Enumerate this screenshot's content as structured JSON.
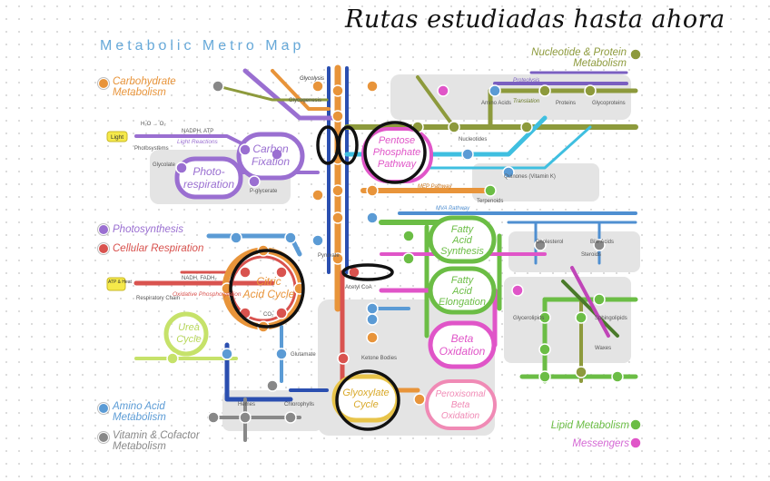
{
  "annotation": {
    "heading": "Rutas estudiadas hasta ahora"
  },
  "map": {
    "title": "Metabolic Metro Map"
  },
  "legend": {
    "carbohydrate": {
      "line1": "Carbohydrate",
      "line2": "Metabolism",
      "color": "#e8943a"
    },
    "photosynthesis": {
      "label": "Photosynthesis",
      "color": "#9a6fd1"
    },
    "cellular_respiration": {
      "label": "Cellular Respiration",
      "color": "#d9534f"
    },
    "amino_acid": {
      "line1": "Amino Acid",
      "line2": "Metabolism",
      "color": "#5b9bd5"
    },
    "vitamin": {
      "line1": "Vitamin & Cofactor",
      "line2": "Metabolism",
      "color": "#888888"
    },
    "nucleotide": {
      "line1": "Nucleotide & Protein",
      "line2": "Metabolism",
      "color": "#8d9a3c"
    },
    "lipid": {
      "label": "Lipid Metabolism",
      "color": "#6bbd45"
    },
    "messengers": {
      "label": "Messengers",
      "color": "#d468d4"
    }
  },
  "hubs": {
    "carbon_fixation": {
      "line1": "Carbon",
      "line2": "Fixation"
    },
    "photorespiration": {
      "line1": "Photo-",
      "line2": "respiration"
    },
    "pentose_phosphate": {
      "line1": "Pentose",
      "line2": "Phosphate",
      "line3": "Pathway"
    },
    "citric_acid": {
      "line1": "Citric",
      "line2": "Acid Cycle"
    },
    "urea": {
      "line1": "Urea",
      "line2": "Cycle"
    },
    "fatty_acid_synthesis": {
      "line1": "Fatty",
      "line2": "Acid",
      "line3": "Synthesis"
    },
    "fatty_acid_elongation": {
      "line1": "Fatty",
      "line2": "Acid",
      "line3": "Elongation"
    },
    "beta_oxidation": {
      "line1": "Beta",
      "line2": "Oxidation"
    },
    "peroxisomal_beta_oxidation": {
      "line1": "Peroxisomal",
      "line2": "Beta",
      "line3": "Oxidation"
    },
    "glyoxylate": {
      "line1": "Glyoxylate",
      "line2": "Cycle"
    }
  },
  "labels": {
    "light": "Light",
    "light_reactions": "Light Reactions",
    "photosystems": "Photosystems",
    "nadph_atp": "NADPH, ATP",
    "h2o_o2": "H₂O → O₂",
    "atp_heat": "ATP & Heat",
    "respiratory_chain": "Respiratory Chain",
    "oxidative_phosphorylation": "Oxidative Phosphorylation",
    "nadh_fadh2": "NADH, FADH₂",
    "glycolysis": "Glycolysis",
    "glycogenesis": "Glycogenesis",
    "mep_pathway": "MEP Pathway",
    "mva_pathway": "MVA Pathway",
    "proteolysis": "Proteolysis",
    "translation": "Translation",
    "amino_acids": "Amino Acids",
    "proteins": "Proteins",
    "glycoproteins": "Glycoproteins",
    "nucleotides": "Nucleotides",
    "glycolate": "Glycolate",
    "p_glycerate": "P-glycerate",
    "pyruvate": "Pyruvate",
    "acetyl_coa": "Acetyl CoA",
    "glutamate": "Glutamate",
    "chlorophylls": "Chlorophylls",
    "hemes": "Hemes",
    "cholesterol": "Cholesterol",
    "steroids": "Steroids",
    "bile_acids": "Bile Acids",
    "waxes": "Waxes",
    "sphingolipids": "Sphingolipids",
    "glycerolipids": "Glycerolipids",
    "ketone_bodies": "Ketone Bodies",
    "quinones": "Quinones (Vitamin K)",
    "terpenoids": "Terpenoids",
    "co2": "CO₂"
  }
}
